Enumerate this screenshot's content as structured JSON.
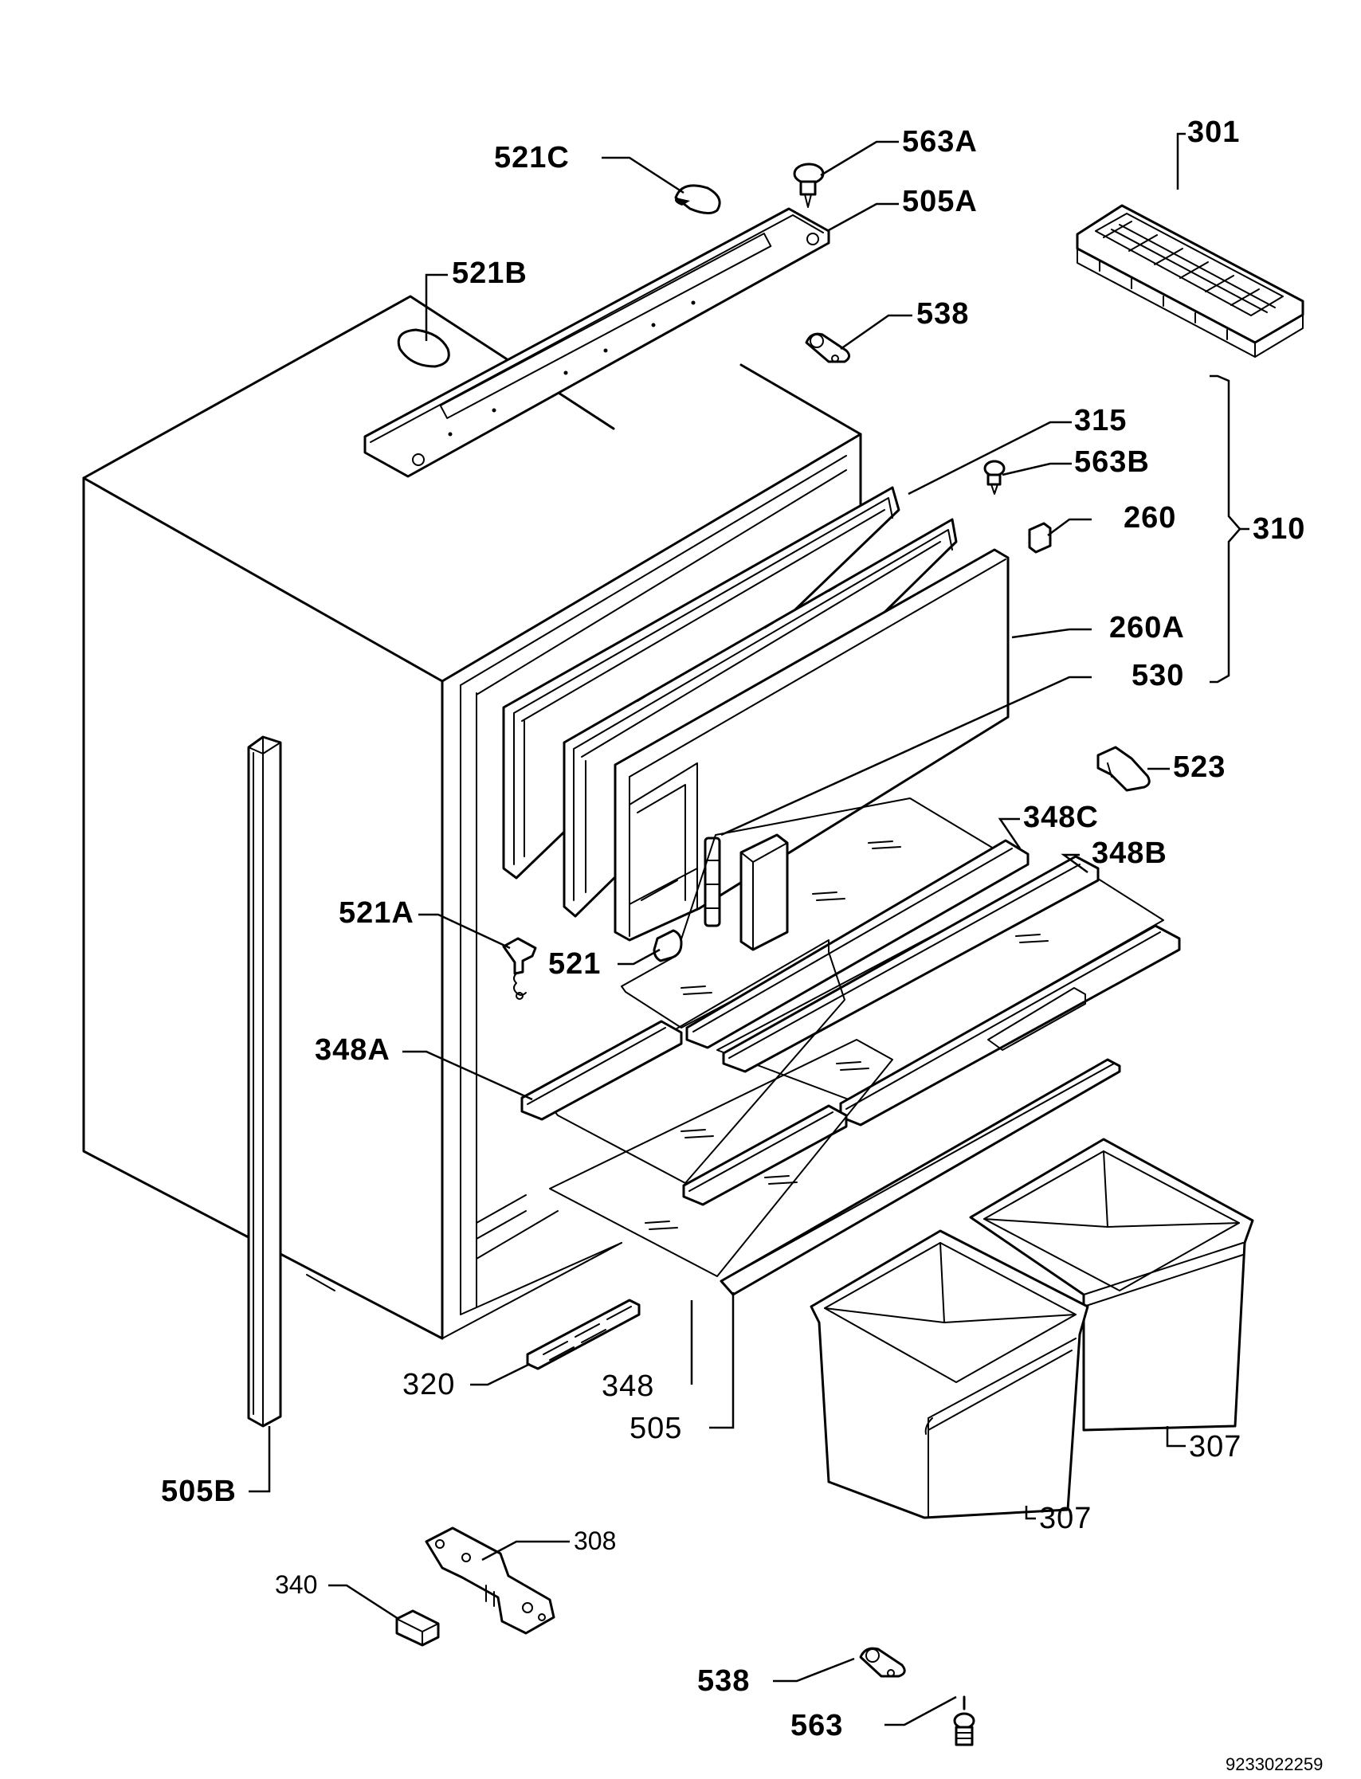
{
  "labels": {
    "l301": "301",
    "l563A": "563A",
    "l505A": "505A",
    "l521C": "521C",
    "l521B": "521B",
    "l538top": "538",
    "l315": "315",
    "l563B": "563B",
    "l260": "260",
    "l310": "310",
    "l260A": "260A",
    "l530": "530",
    "l523": "523",
    "l348C": "348C",
    "l348B": "348B",
    "l521A": "521A",
    "l521": "521",
    "l348A": "348A",
    "l320": "320",
    "l348": "348",
    "l505": "505",
    "l307a": "307",
    "l307b": "307",
    "l505B": "505B",
    "l308": "308",
    "l340": "340",
    "l538bot": "538",
    "l563": "563"
  },
  "document_number": "9233022259"
}
